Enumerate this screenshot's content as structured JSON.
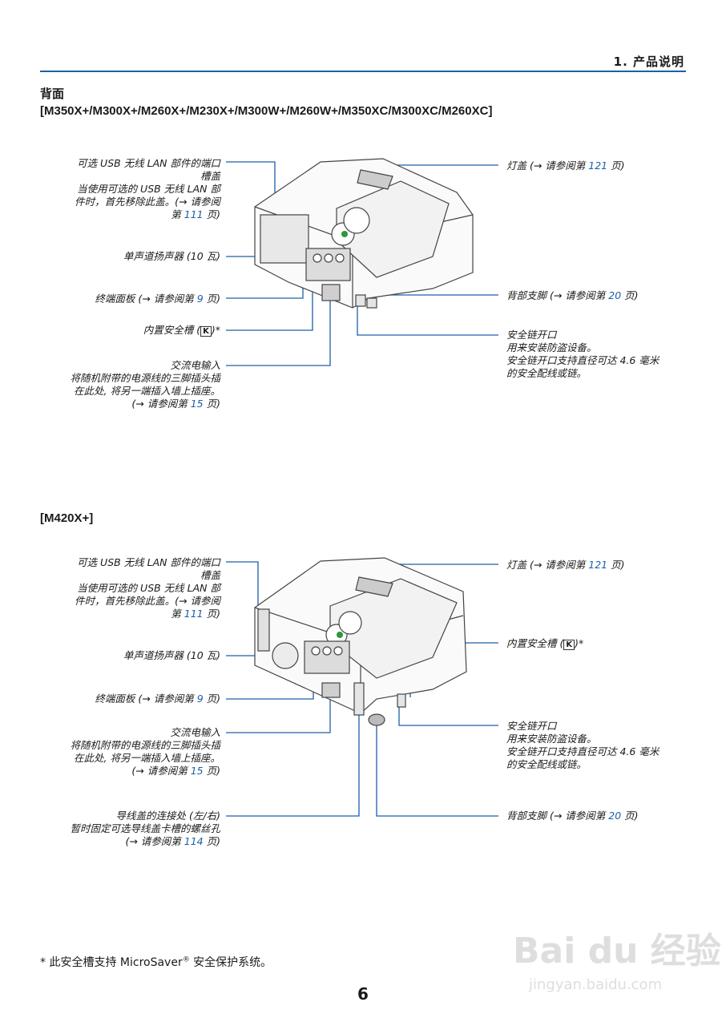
{
  "chapter": "1. 产品说明",
  "heading": "背面",
  "section1": {
    "models": "[M350X+/M300X+/M260X+/M230X+/M300W+/M260W+/M350XC/M300XC/M260XC]",
    "port_cover_a": "可选 USB 无线 LAN 部件的端口",
    "port_cover_b": "槽盖",
    "port_cover_c": "当使用可选的 USB 无线 LAN 部",
    "port_cover_d": "件时，首先移除此盖。(→ 请参阅",
    "port_cover_e_pre": "第 ",
    "port_cover_e_num": "111",
    "port_cover_e_post": " 页)",
    "speaker": "单声道扬声器 (10 瓦)",
    "terminal_pre": "终端面板 (→ 请参阅第 ",
    "terminal_num": "9",
    "terminal_post": " 页)",
    "security_slot": "内置安全槽 (",
    "security_slot_post": ")*",
    "ac_a": "交流电输入",
    "ac_b": "将随机附带的电源线的三脚插头插",
    "ac_c": "在此处, 将另一端插入墙上插座。",
    "ac_d_pre": "(→ 请参阅第 ",
    "ac_d_num": "15",
    "ac_d_post": " 页)",
    "lamp_pre": "灯盖 (→ 请参阅第 ",
    "lamp_num": "121",
    "lamp_post": " 页)",
    "foot_pre": "背部支脚 (→ 请参阅第 ",
    "foot_num": "20",
    "foot_post": " 页)",
    "chain_a": "安全链开口",
    "chain_b": "用来安装防盗设备。",
    "chain_c": "安全链开口支持直径可达 4.6 毫米",
    "chain_d": "的安全配线或链。"
  },
  "section2": {
    "models": "[M420X+]",
    "port_cover_a": "可选 USB 无线 LAN 部件的端口",
    "port_cover_b": "槽盖",
    "port_cover_c": "当使用可选的 USB 无线 LAN 部",
    "port_cover_d": "件时，首先移除此盖。(→ 请参阅",
    "port_cover_e_pre": "第 ",
    "port_cover_e_num": "111",
    "port_cover_e_post": " 页)",
    "speaker": "单声道扬声器 (10 瓦)",
    "terminal_pre": "终端面板 (→ 请参阅第 ",
    "terminal_num": "9",
    "terminal_post": " 页)",
    "ac_a": "交流电输入",
    "ac_b": "将随机附带的电源线的三脚插头插",
    "ac_c": "在此处, 将另一端插入墙上插座。",
    "ac_d_pre": "(→ 请参阅第 ",
    "ac_d_num": "15",
    "ac_d_post": " 页)",
    "cable_a": "导线盖的连接处 (左/右)",
    "cable_b": "暂时固定可选导线盖卡槽的螺丝孔",
    "cable_c_pre": "(→ 请参阅第 ",
    "cable_c_num": "114",
    "cable_c_post": " 页)",
    "lamp_pre": "灯盖 (→ 请参阅第 ",
    "lamp_num": "121",
    "lamp_post": " 页)",
    "security_slot": "内置安全槽 (",
    "security_slot_post": ")*",
    "chain_a": "安全链开口",
    "chain_b": "用来安装防盗设备。",
    "chain_c": "安全链开口支持直径可达 4.6 毫米",
    "chain_d": "的安全配线或链。",
    "foot_pre": "背部支脚 (→ 请参阅第 ",
    "foot_num": "20",
    "foot_post": " 页)"
  },
  "footnote": "*  此安全槽支持 MicroSaver",
  "footnote_reg": "®",
  "footnote_post": " 安全保护系统。",
  "page_number": "6",
  "watermark_brand": "Bai du 经验",
  "watermark_url": "jingyan.baidu.com",
  "colors": {
    "accent": "#1d5fa8",
    "text": "#1a1a1a"
  }
}
